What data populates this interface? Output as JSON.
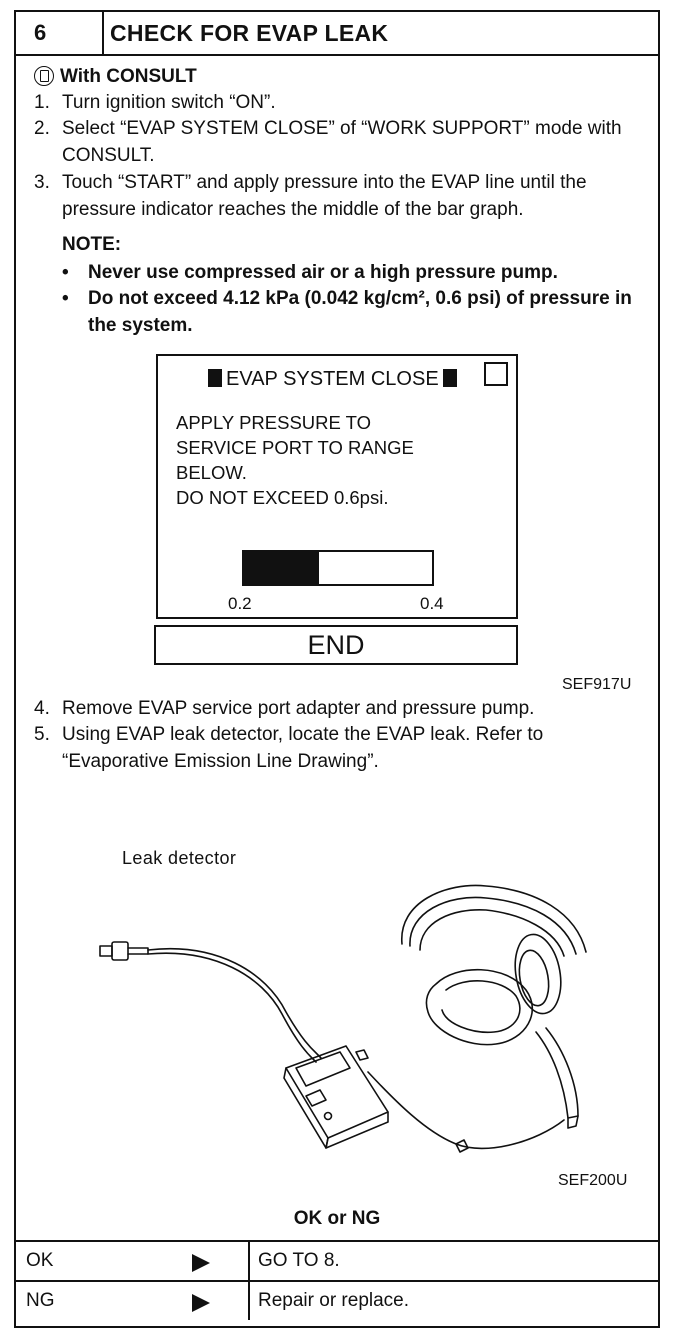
{
  "header": {
    "number": "6",
    "title": "CHECK FOR EVAP LEAK"
  },
  "consult": {
    "label": "With CONSULT",
    "icon": "consult-icon"
  },
  "steps_top": [
    {
      "num": "1.",
      "text": "Turn ignition switch “ON”."
    },
    {
      "num": "2.",
      "text": "Select “EVAP SYSTEM CLOSE” of “WORK SUPPORT” mode with CONSULT."
    },
    {
      "num": "3.",
      "text": "Touch “START” and apply pressure into the EVAP line until the pressure indicator reaches the middle of the bar graph."
    }
  ],
  "note": {
    "label": "NOTE:",
    "items": [
      "Never use compressed air or a high pressure pump.",
      "Do not exceed 4.12 kPa (0.042 kg/cm², 0.6 psi) of pressure in the system."
    ]
  },
  "screen": {
    "title": "EVAP SYSTEM CLOSE",
    "lines": [
      "APPLY PRESSURE TO",
      "SERVICE PORT TO RANGE",
      "BELOW.",
      "DO NOT EXCEED 0.6psi."
    ],
    "bar": {
      "min_label": "0.2",
      "max_label": "0.4",
      "fill_fraction": 0.4
    },
    "end_button": "END"
  },
  "figure_codes": {
    "screen": "SEF917U",
    "detector": "SEF200U"
  },
  "steps_bottom": [
    {
      "num": "4.",
      "text": "Remove EVAP service port adapter and pressure pump."
    },
    {
      "num": "5.",
      "text": "Using EVAP leak detector, locate the EVAP leak. Refer to “Evaporative Emission Line Drawing”."
    }
  ],
  "illustration": {
    "label": "Leak detector"
  },
  "result": {
    "title": "OK or NG",
    "rows": [
      {
        "status": "OK",
        "action": "GO TO 8."
      },
      {
        "status": "NG",
        "action": "Repair or replace."
      }
    ]
  }
}
